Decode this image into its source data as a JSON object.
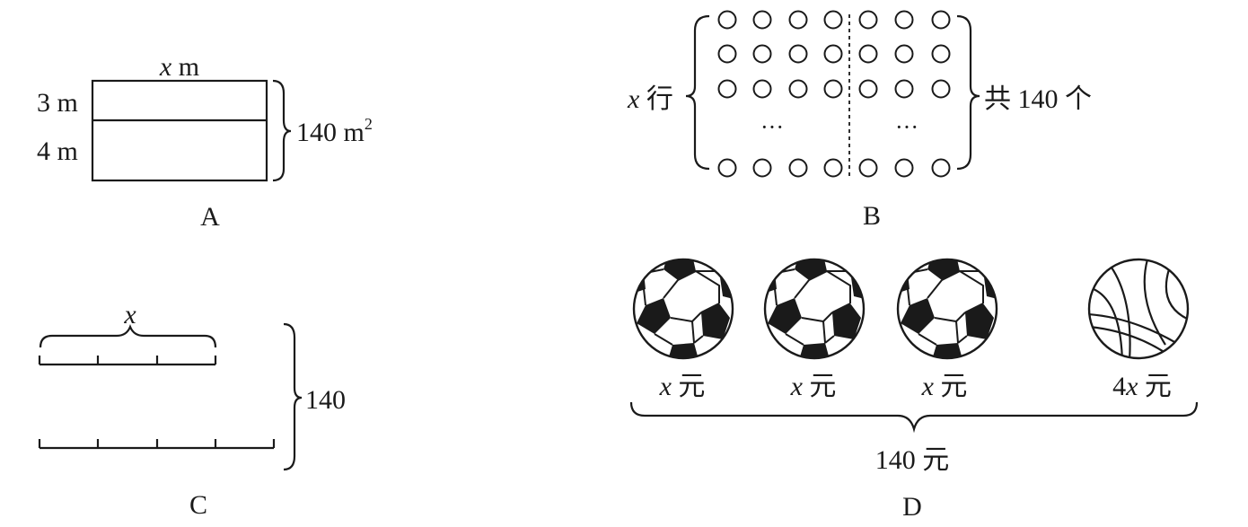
{
  "panelA": {
    "label": "A",
    "top_var": "x",
    "top_unit": " m",
    "left_top": "3 m",
    "left_bottom": "4 m",
    "area_value": "140 m",
    "area_exp": "2"
  },
  "panelB": {
    "label": "B",
    "rows_var": "x",
    "rows_word": " 行",
    "total": "共 140 个",
    "ellipsis_left": "···",
    "ellipsis_right": "···"
  },
  "panelC": {
    "label": "C",
    "top_var": "x",
    "total": "140"
  },
  "panelD": {
    "label": "D",
    "ball_prices": [
      {
        "var": "x",
        "unit": " 元"
      },
      {
        "var": "x",
        "unit": " 元"
      },
      {
        "var": "x",
        "unit": " 元"
      }
    ],
    "basketball_price_num": "4",
    "basketball_price_var": "x",
    "basketball_price_unit": " 元",
    "total": "140 元"
  },
  "icons": {
    "soccer": "soccer-ball-icon",
    "basketball": "basketball-icon"
  }
}
